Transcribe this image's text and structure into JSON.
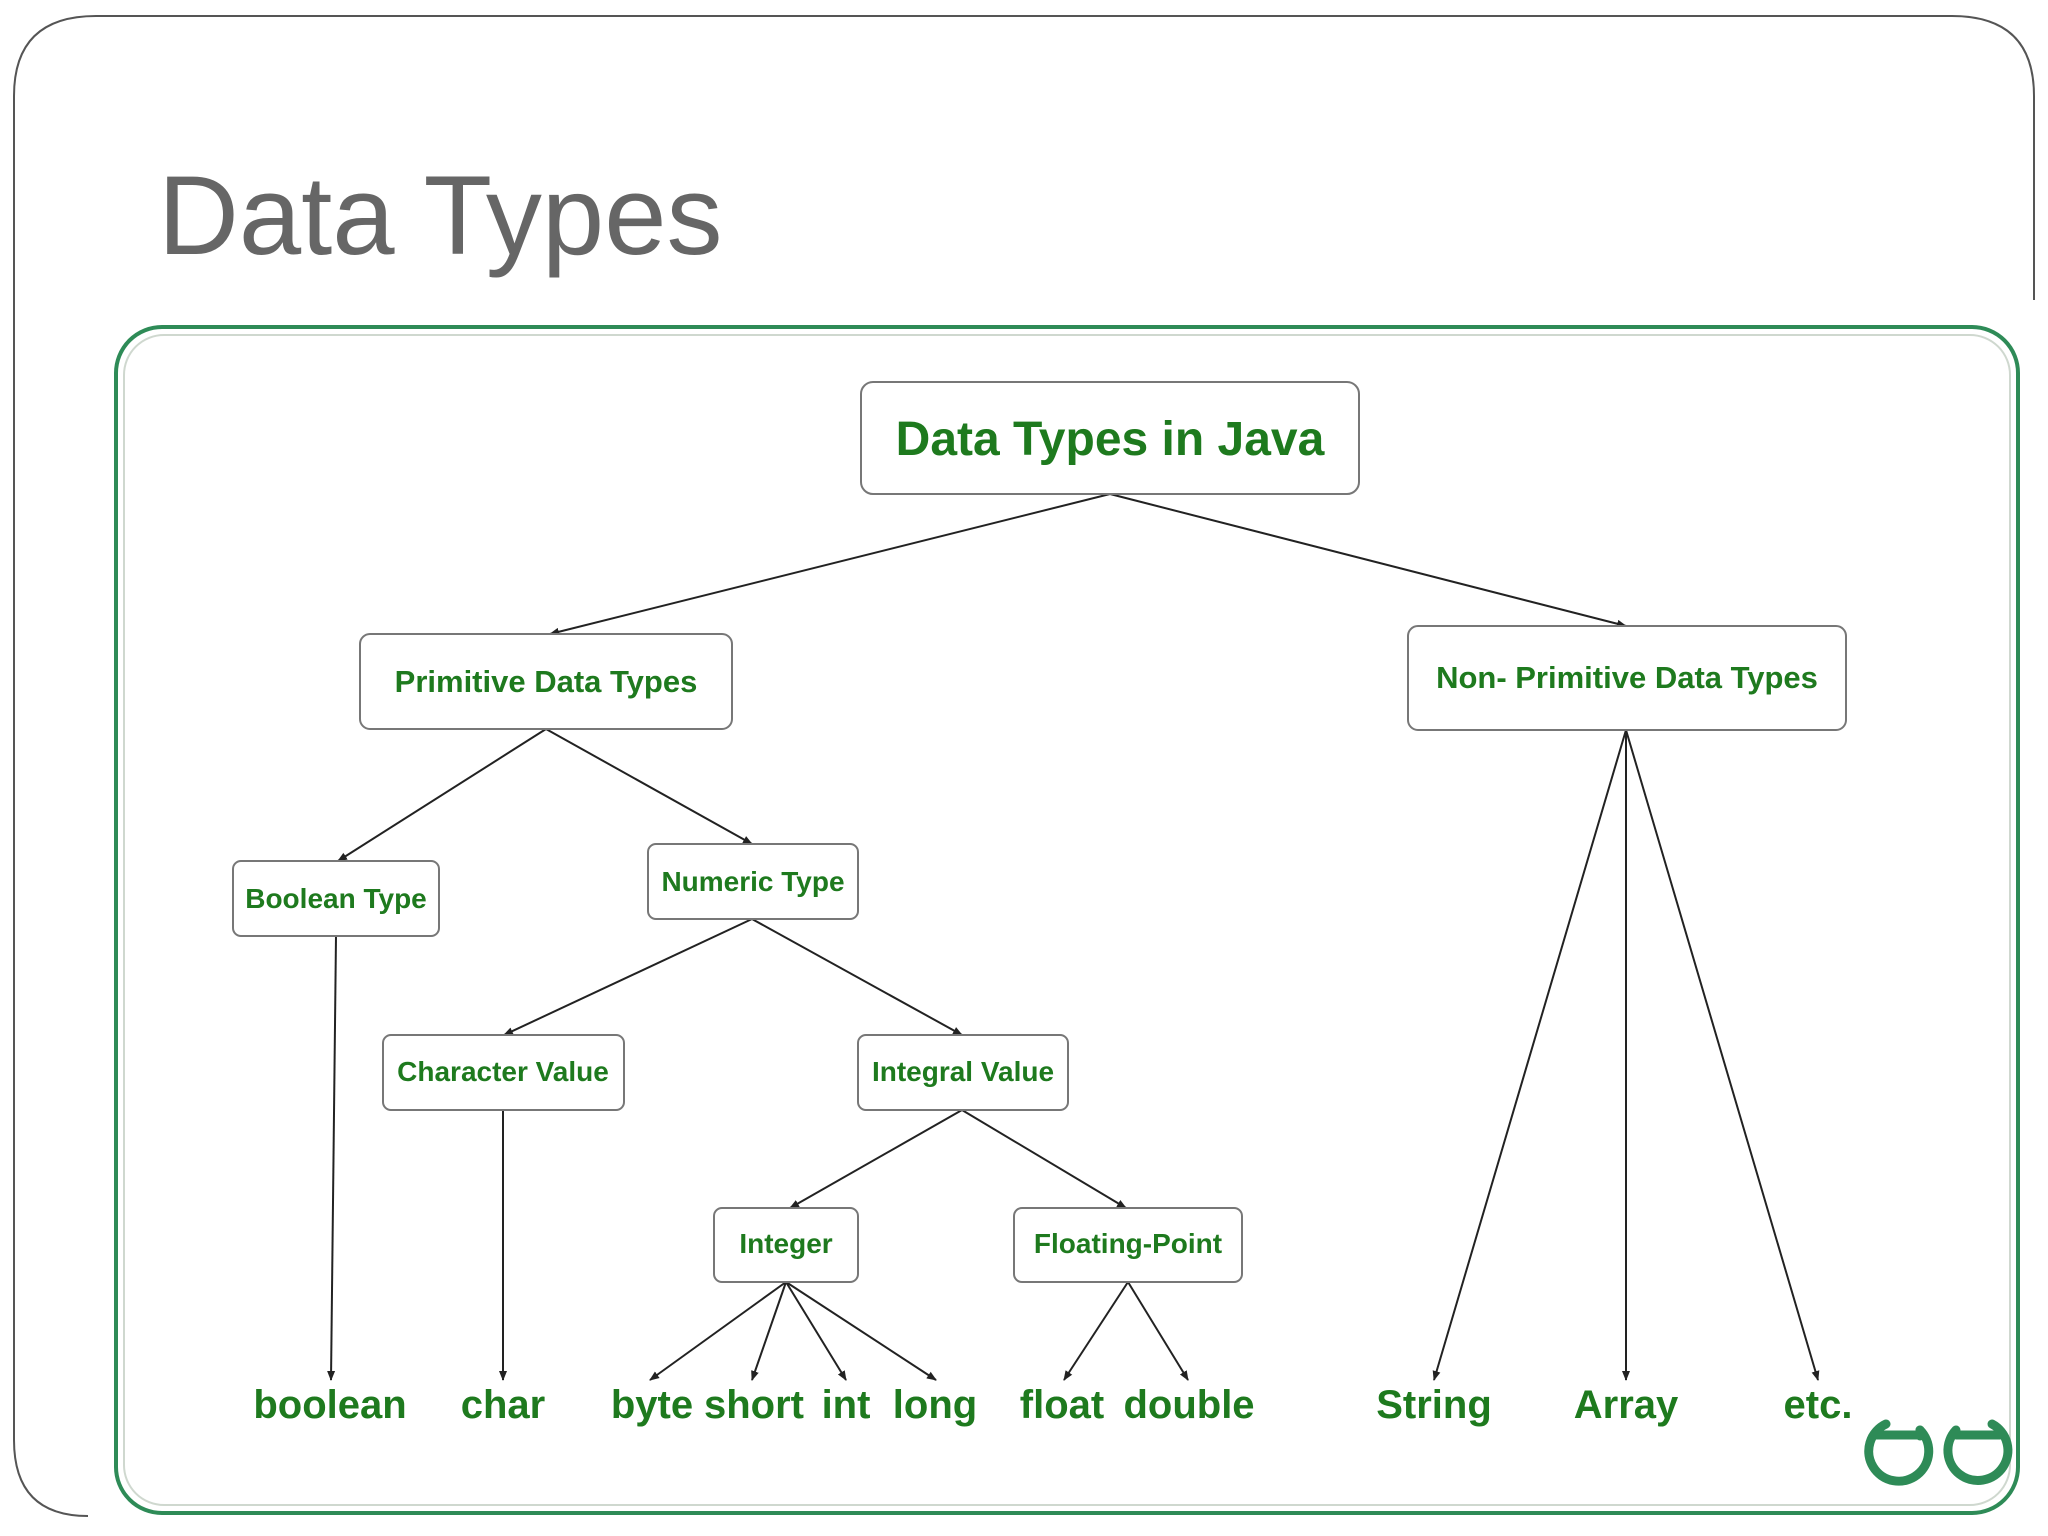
{
  "slide": {
    "title": "Data Types"
  },
  "colors": {
    "frame_green": "#2e8b57",
    "label_green": "#1e7a1e",
    "title_gray": "#666666",
    "box_border": "#777777",
    "edge": "#222222"
  },
  "diagram": {
    "root": "Data Types in Java",
    "primitive": "Primitive Data Types",
    "non_primitive": "Non- Primitive Data Types",
    "boolean_type": "Boolean Type",
    "numeric_type": "Numeric Type",
    "character_value": "Character Value",
    "integral_value": "Integral Value",
    "integer": "Integer",
    "floating_point": "Floating-Point",
    "leaves": {
      "boolean": "boolean",
      "char": "char",
      "byte": "byte",
      "short": "short",
      "int": "int",
      "long": "long",
      "float": "float",
      "double": "double",
      "string": "String",
      "array": "Array",
      "etc": "etc."
    },
    "logo_icon": "geeksforgeeks-logo"
  }
}
